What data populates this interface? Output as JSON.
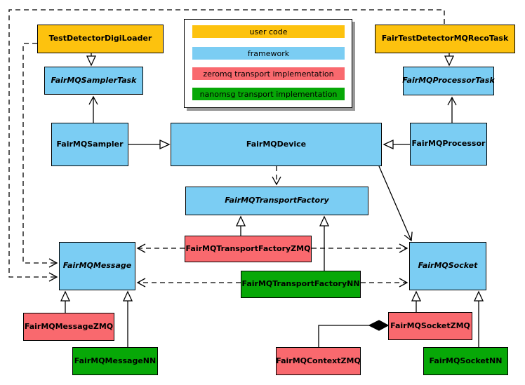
{
  "diagram": {
    "type": "uml-class-diagram",
    "legend": {
      "items": [
        {
          "label": "user code",
          "color": "#FDC20E"
        },
        {
          "label": "framework",
          "color": "#7BCDF3"
        },
        {
          "label": "zeromq transport implementation",
          "color": "#F9696E"
        },
        {
          "label": "nanomsg transport implementation",
          "color": "#07A807"
        }
      ]
    },
    "nodes": [
      {
        "label": "TestDetectorDigiLoader",
        "category": "user code",
        "abstract": false
      },
      {
        "label": "FairTestDetectorMQRecoTask",
        "category": "user code",
        "abstract": false
      },
      {
        "label": "FairMQSamplerTask",
        "category": "framework",
        "abstract": true
      },
      {
        "label": "FairMQProcessorTask",
        "category": "framework",
        "abstract": true
      },
      {
        "label": "FairMQSampler",
        "category": "framework",
        "abstract": false
      },
      {
        "label": "FairMQDevice",
        "category": "framework",
        "abstract": false
      },
      {
        "label": "FairMQProcessor",
        "category": "framework",
        "abstract": false
      },
      {
        "label": "FairMQTransportFactory",
        "category": "framework",
        "abstract": true
      },
      {
        "label": "FairMQTransportFactoryZMQ",
        "category": "zeromq transport implementation",
        "abstract": false
      },
      {
        "label": "FairMQTransportFactoryNN",
        "category": "nanomsg transport implementation",
        "abstract": false
      },
      {
        "label": "FairMQMessage",
        "category": "framework",
        "abstract": true
      },
      {
        "label": "FairMQSocket",
        "category": "framework",
        "abstract": true
      },
      {
        "label": "FairMQMessageZMQ",
        "category": "zeromq transport implementation",
        "abstract": false
      },
      {
        "label": "FairMQMessageNN",
        "category": "nanomsg transport implementation",
        "abstract": false
      },
      {
        "label": "FairMQSocketZMQ",
        "category": "zeromq transport implementation",
        "abstract": false
      },
      {
        "label": "FairMQContextZMQ",
        "category": "zeromq transport implementation",
        "abstract": false
      },
      {
        "label": "FairMQSocketNN",
        "category": "nanomsg transport implementation",
        "abstract": false
      }
    ],
    "edges": [
      {
        "from": "TestDetectorDigiLoader",
        "to": "FairMQSamplerTask",
        "type": "inheritance"
      },
      {
        "from": "FairTestDetectorMQRecoTask",
        "to": "FairMQProcessorTask",
        "type": "inheritance"
      },
      {
        "from": "FairMQSampler",
        "to": "FairMQDevice",
        "type": "inheritance"
      },
      {
        "from": "FairMQProcessor",
        "to": "FairMQDevice",
        "type": "inheritance"
      },
      {
        "from": "FairMQTransportFactoryZMQ",
        "to": "FairMQTransportFactory",
        "type": "inheritance"
      },
      {
        "from": "FairMQTransportFactoryNN",
        "to": "FairMQTransportFactory",
        "type": "inheritance"
      },
      {
        "from": "FairMQMessageZMQ",
        "to": "FairMQMessage",
        "type": "inheritance"
      },
      {
        "from": "FairMQMessageNN",
        "to": "FairMQMessage",
        "type": "inheritance"
      },
      {
        "from": "FairMQSocketZMQ",
        "to": "FairMQSocket",
        "type": "inheritance"
      },
      {
        "from": "FairMQSocketNN",
        "to": "FairMQSocket",
        "type": "inheritance"
      },
      {
        "from": "FairMQSampler",
        "to": "FairMQSamplerTask",
        "type": "association"
      },
      {
        "from": "FairMQProcessor",
        "to": "FairMQProcessorTask",
        "type": "association"
      },
      {
        "from": "FairMQDevice",
        "to": "FairMQSocket",
        "type": "association"
      },
      {
        "from": "FairMQDevice",
        "to": "FairMQTransportFactory",
        "type": "dependency"
      },
      {
        "from": "FairMQTransportFactoryZMQ",
        "to": "FairMQMessage",
        "type": "dependency"
      },
      {
        "from": "FairMQTransportFactoryZMQ",
        "to": "FairMQSocket",
        "type": "dependency"
      },
      {
        "from": "FairMQTransportFactoryNN",
        "to": "FairMQMessage",
        "type": "dependency"
      },
      {
        "from": "FairMQTransportFactoryNN",
        "to": "FairMQSocket",
        "type": "dependency"
      },
      {
        "from": "TestDetectorDigiLoader",
        "to": "FairMQMessage",
        "type": "dependency"
      },
      {
        "from": "FairTestDetectorMQRecoTask",
        "to": "FairMQMessage",
        "type": "dependency"
      },
      {
        "from": "FairMQContextZMQ",
        "to": "FairMQSocketZMQ",
        "type": "composition"
      }
    ]
  }
}
